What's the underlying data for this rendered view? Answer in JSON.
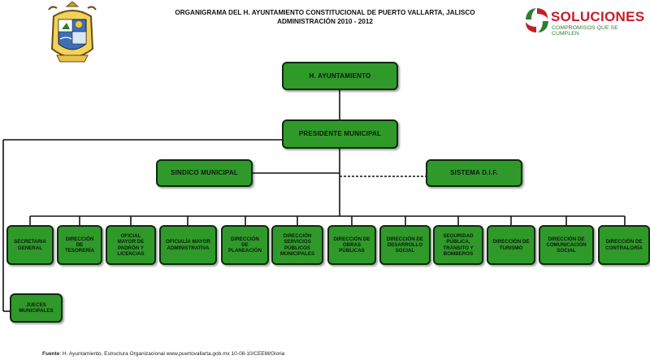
{
  "header": {
    "title_line1": "ORGANIGRAMA DEL H. AYUNTAMIENTO CONSTITUCIONAL DE PUERTO VALLARTA, JALISCO",
    "title_line2": "ADMINISTRACIÓN 2010 - 2012"
  },
  "brand": {
    "name": "SOLUCIONES",
    "tagline": "COMPROMISOS QUE SE CUMPLEN",
    "colors": {
      "red": "#c61d2a",
      "green": "#2e7d32"
    }
  },
  "colors": {
    "node_fill": "#2f9a2a",
    "node_border": "#0f2a0f",
    "line": "#111111"
  },
  "org": {
    "ayuntamiento": "H. AYUNTAMIENTO",
    "presidente": "PRESIDENTE MUNICIPAL",
    "sindico": "SINDICO MUNICIPAL",
    "dif": "SISTEMA D.I.F.",
    "jueces": "JUECES\nMUNICIPALES",
    "departments": [
      "SECRETARIA\nGENERAL",
      "DIRECCIÓN\nDE\nTESORERÍA",
      "OFICIAL\nMAYOR DE\nPADRÓN Y\nLICENCIAS",
      "OFICIALÍA MAYOR\nADMINISTRATIVA",
      "DIRECCIÓN\nDE\nPLANEACIÓN",
      "DIRECCIÓN\nSERVICIOS\nPÚBLICOS\nMUNICIPALES",
      "DIRECCIÓN DE\nOBRAS\nPÚBLICAS",
      "DIRECCIÓN DE\nDESARROLLO\nSOCIAL",
      "SEGURIDAD\nPÚBLICA,\nTRÁNSITO Y\nBOMBEROS",
      "DIRECCIÓN DE\nTURISMO",
      "DIRECCIÓN DE\nCOMUNICACIÓN\nSOCIAL",
      "DIRECCIÓN DE\nCONTRALORÍA"
    ]
  },
  "footer": {
    "label": "Fuente",
    "text": ": H. Ayuntamiento, Estructura Organizacional www.puertovallarta.gob.mx 10-08-10/CEEM/Gloria"
  }
}
